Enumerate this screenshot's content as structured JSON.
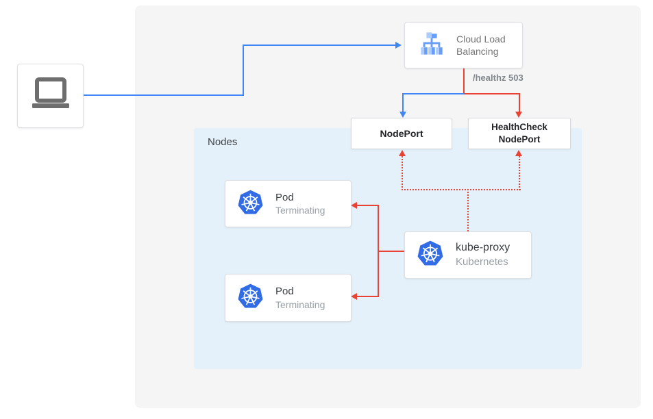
{
  "client": {
    "icon": "laptop-icon"
  },
  "load_balancer": {
    "icon": "load-balancer-icon",
    "line1": "Cloud Load",
    "line2": "Balancing"
  },
  "edge_labels": {
    "healthz": "/healthz 503"
  },
  "nodes_panel": {
    "label": "Nodes"
  },
  "node_port": {
    "label": "NodePort"
  },
  "health_check_node_port": {
    "line1": "HealthCheck",
    "line2": "NodePort"
  },
  "pods": [
    {
      "title": "Pod",
      "status": "Terminating",
      "icon": "kubernetes-wheel-icon"
    },
    {
      "title": "Pod",
      "status": "Terminating",
      "icon": "kubernetes-wheel-icon"
    }
  ],
  "kube_proxy": {
    "title": "kube-proxy",
    "subtitle": "Kubernetes",
    "icon": "kubernetes-wheel-icon"
  },
  "colors": {
    "traffic_blue": "#4285F4",
    "healthcheck_red": "#EA4335",
    "kubernetes_blue": "#326CE5",
    "panel_background": "#F5F5F5",
    "nodes_background": "#E4F1FB",
    "icon_gray": "#6E6E6E",
    "lb_icon_light_blue": "#AECBFA",
    "lb_icon_medium_blue": "#669DF6"
  }
}
